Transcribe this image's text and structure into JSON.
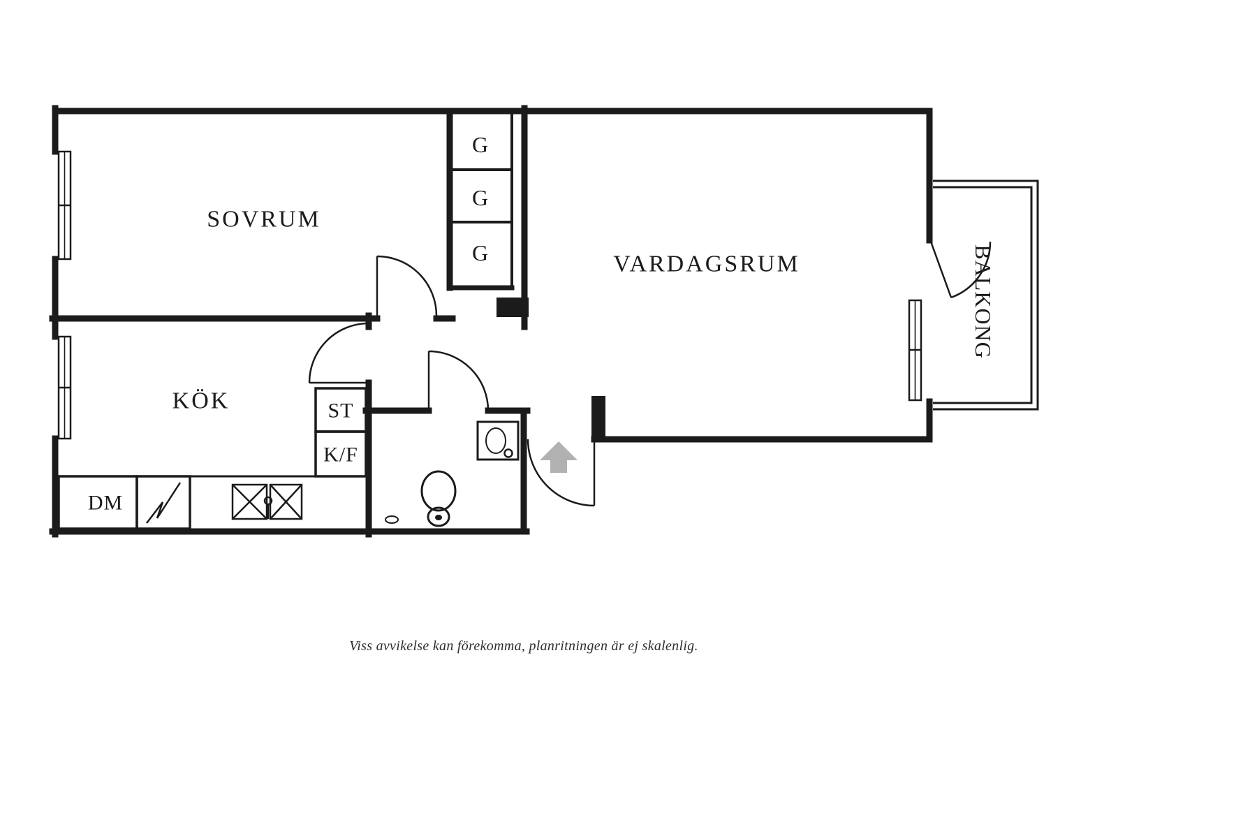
{
  "floorplan": {
    "rooms": {
      "bedroom": "SOVRUM",
      "living_room": "VARDAGSRUM",
      "kitchen": "KÖK",
      "balcony": "BALKONG"
    },
    "storage": {
      "wardrobes": [
        "G",
        "G",
        "G"
      ],
      "cleaning_closet": "ST",
      "fridge_freezer": "K/F",
      "dishwasher": "DM"
    },
    "disclaimer": "Viss avvikelse kan förekomma, planritningen är ej skalenlig.",
    "colors": {
      "background": "#ffffff",
      "line": "#1b1b1b",
      "entry_arrow": "#b1b1b1"
    }
  }
}
